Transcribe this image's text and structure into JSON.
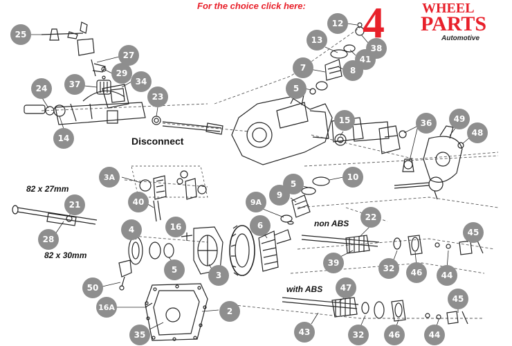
{
  "header": {
    "choice_text": "For the choice click here:"
  },
  "brand": {
    "logo_number": "4",
    "logo_word1": "WHEEL",
    "logo_word2": "PARTS",
    "logo_word3": "Automotive",
    "color_red": "#e8202a",
    "color_dark": "#222222"
  },
  "labels": {
    "disconnect": "Disconnect",
    "shaft_27": "82 x 27mm",
    "shaft_30": "82 x 30mm",
    "non_abs": "non ABS",
    "with_abs": "with ABS"
  },
  "callout_color": "#8e8e8e",
  "callouts": [
    "25",
    "27",
    "29",
    "37",
    "34",
    "24",
    "23",
    "14",
    "12",
    "13",
    "38",
    "41",
    "8",
    "7",
    "5",
    "15",
    "36",
    "49",
    "48",
    "10",
    "5",
    "9",
    "3A",
    "40",
    "9A",
    "6",
    "22",
    "4",
    "16",
    "45",
    "21",
    "28",
    "5",
    "3",
    "39",
    "32",
    "46",
    "44",
    "50",
    "16A",
    "2",
    "47",
    "45",
    "35",
    "43",
    "32",
    "46",
    "44"
  ]
}
